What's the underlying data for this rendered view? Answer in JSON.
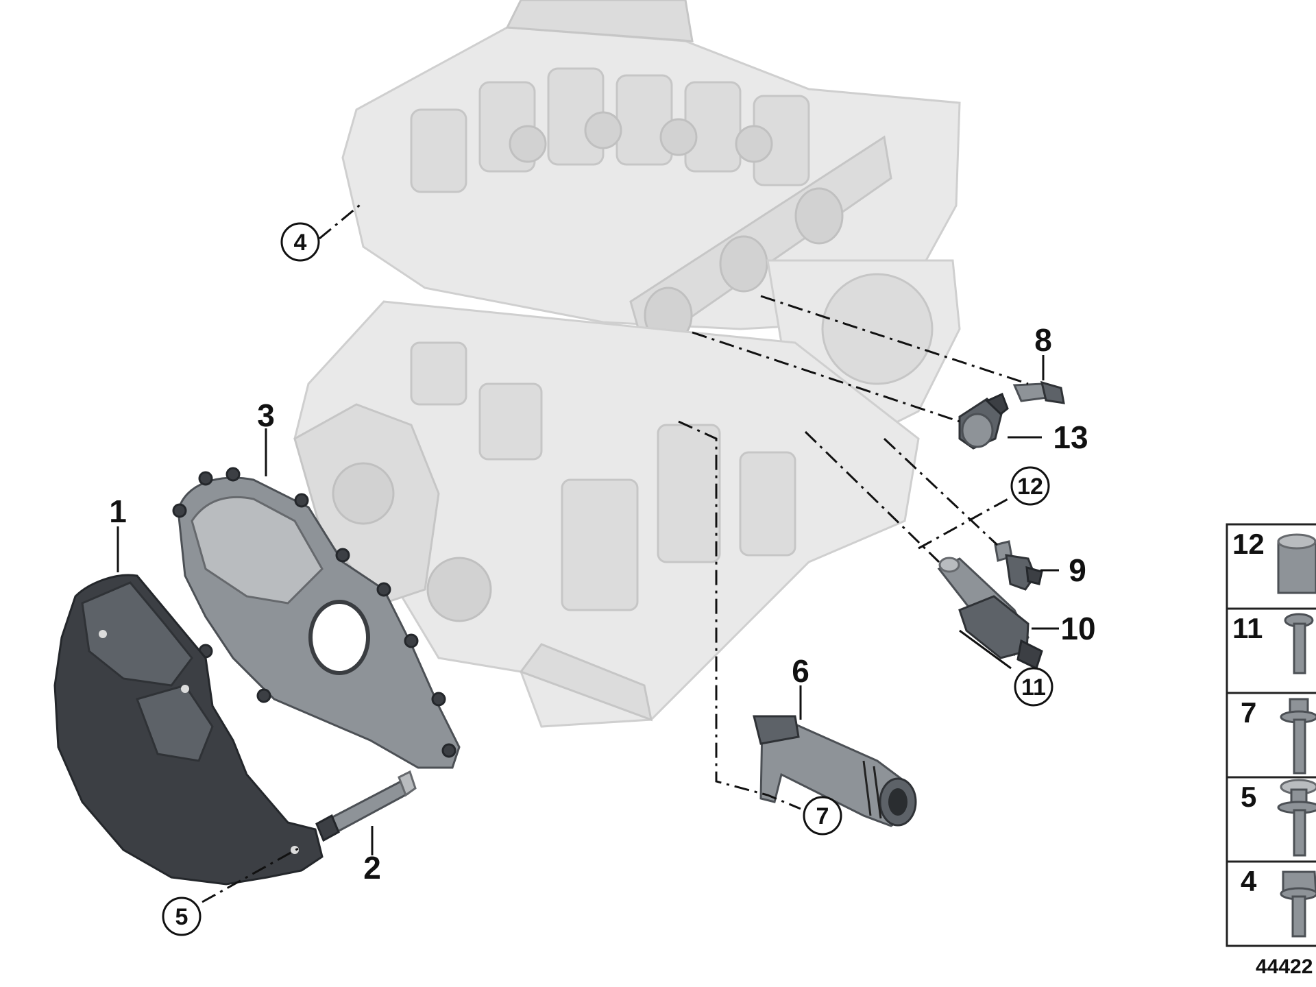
{
  "callouts": {
    "n1": "1",
    "n2": "2",
    "n3": "3",
    "n4": "4",
    "n5": "5",
    "n6": "6",
    "n7": "7",
    "n8": "8",
    "n9": "9",
    "n10": "10",
    "n11": "11",
    "n12": "12",
    "n13": "13"
  },
  "legend": {
    "items": [
      "12",
      "11",
      "7",
      "5",
      "4"
    ]
  },
  "diagram_number": "44422"
}
